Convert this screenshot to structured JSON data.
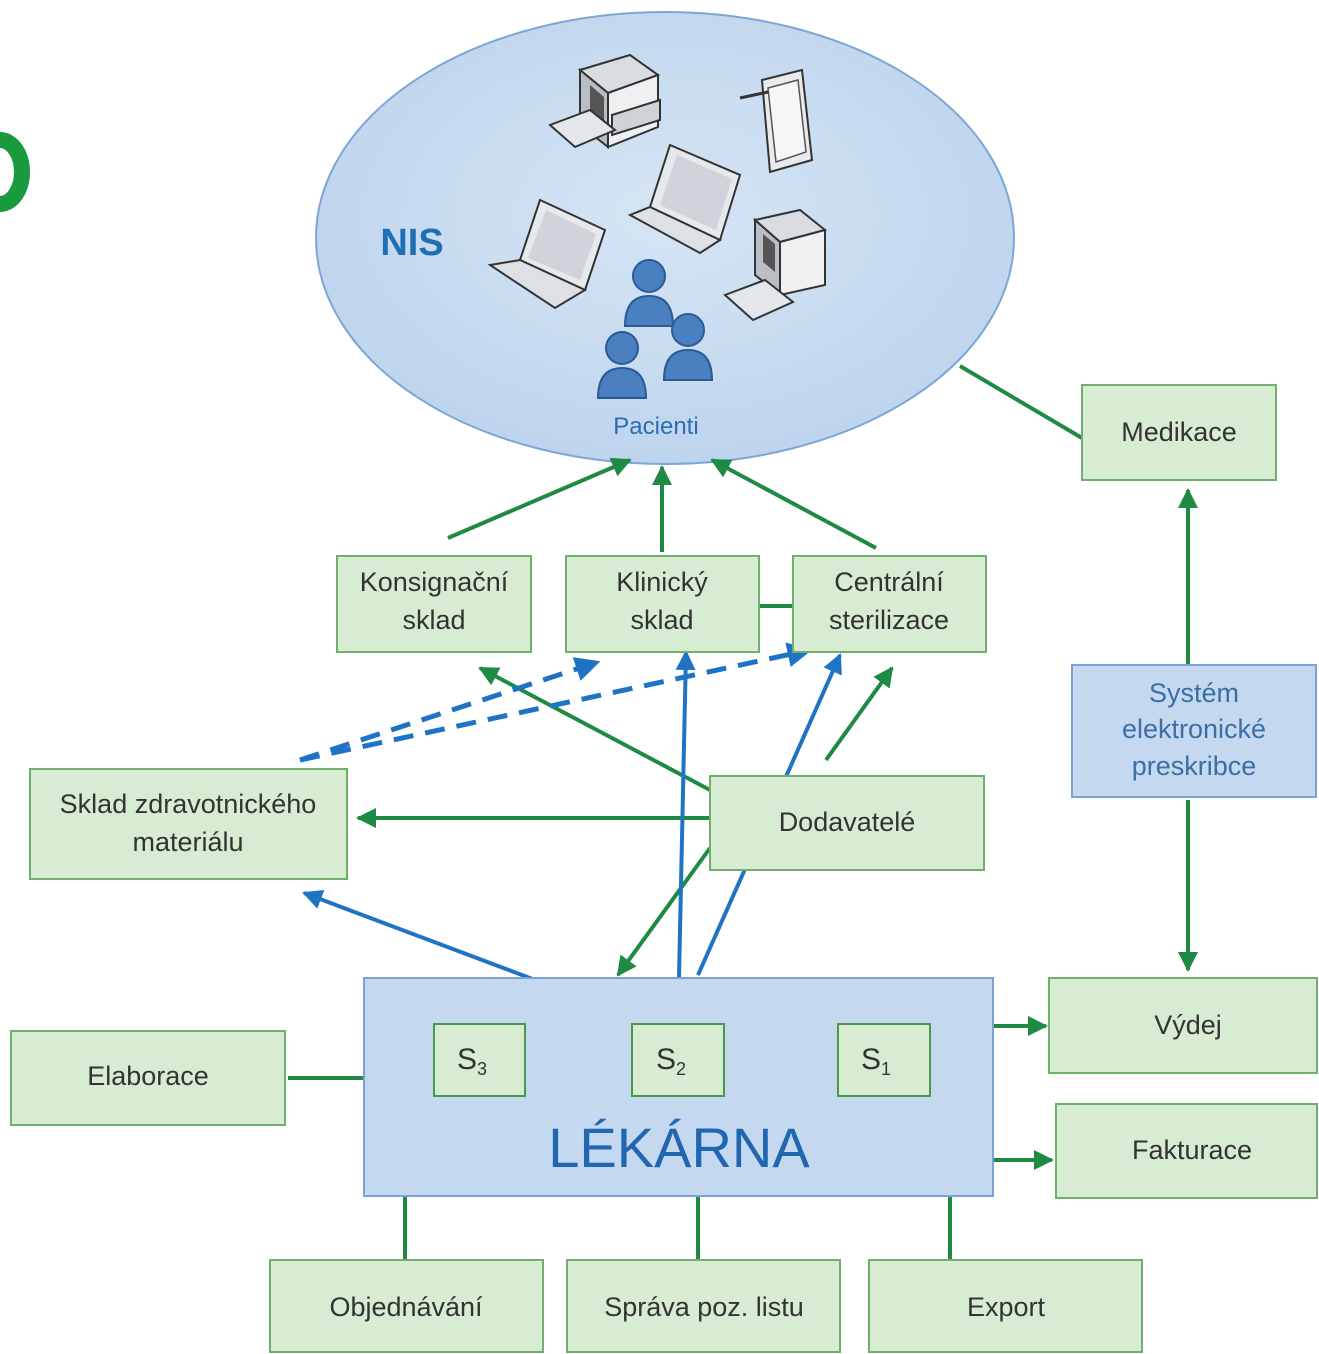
{
  "nis": {
    "title": "NIS",
    "patients_label": "Pacienti"
  },
  "boxes": {
    "konsignacni": [
      "Konsignační",
      "sklad"
    ],
    "klinicky": [
      "Klinický",
      "sklad"
    ],
    "centralni": [
      "Centrální",
      "sterilizace"
    ],
    "medikace": "Medikace",
    "system": [
      "Systém",
      "elektronické",
      "preskribce"
    ],
    "sklad_zdrav": [
      "Sklad zdravotnického",
      "materiálu"
    ],
    "dodavatele": "Dodavatelé",
    "elaborace": "Elaborace",
    "vydej": "Výdej",
    "fakturace": "Fakturace",
    "objednavani": "Objednávání",
    "sprava": "Správa poz. listu",
    "export": "Export"
  },
  "lekarna": {
    "title": "LÉKÁRNA",
    "stores": [
      {
        "letter": "S",
        "sub": "3"
      },
      {
        "letter": "S",
        "sub": "2"
      },
      {
        "letter": "S",
        "sub": "1"
      }
    ]
  },
  "colors": {
    "green_arrow": "#1e8a44",
    "blue_arrow": "#1f73c4",
    "green_box": "#d8ecd3",
    "blue_box": "#c4d8ef",
    "ellipse": "#c9dcf0"
  }
}
